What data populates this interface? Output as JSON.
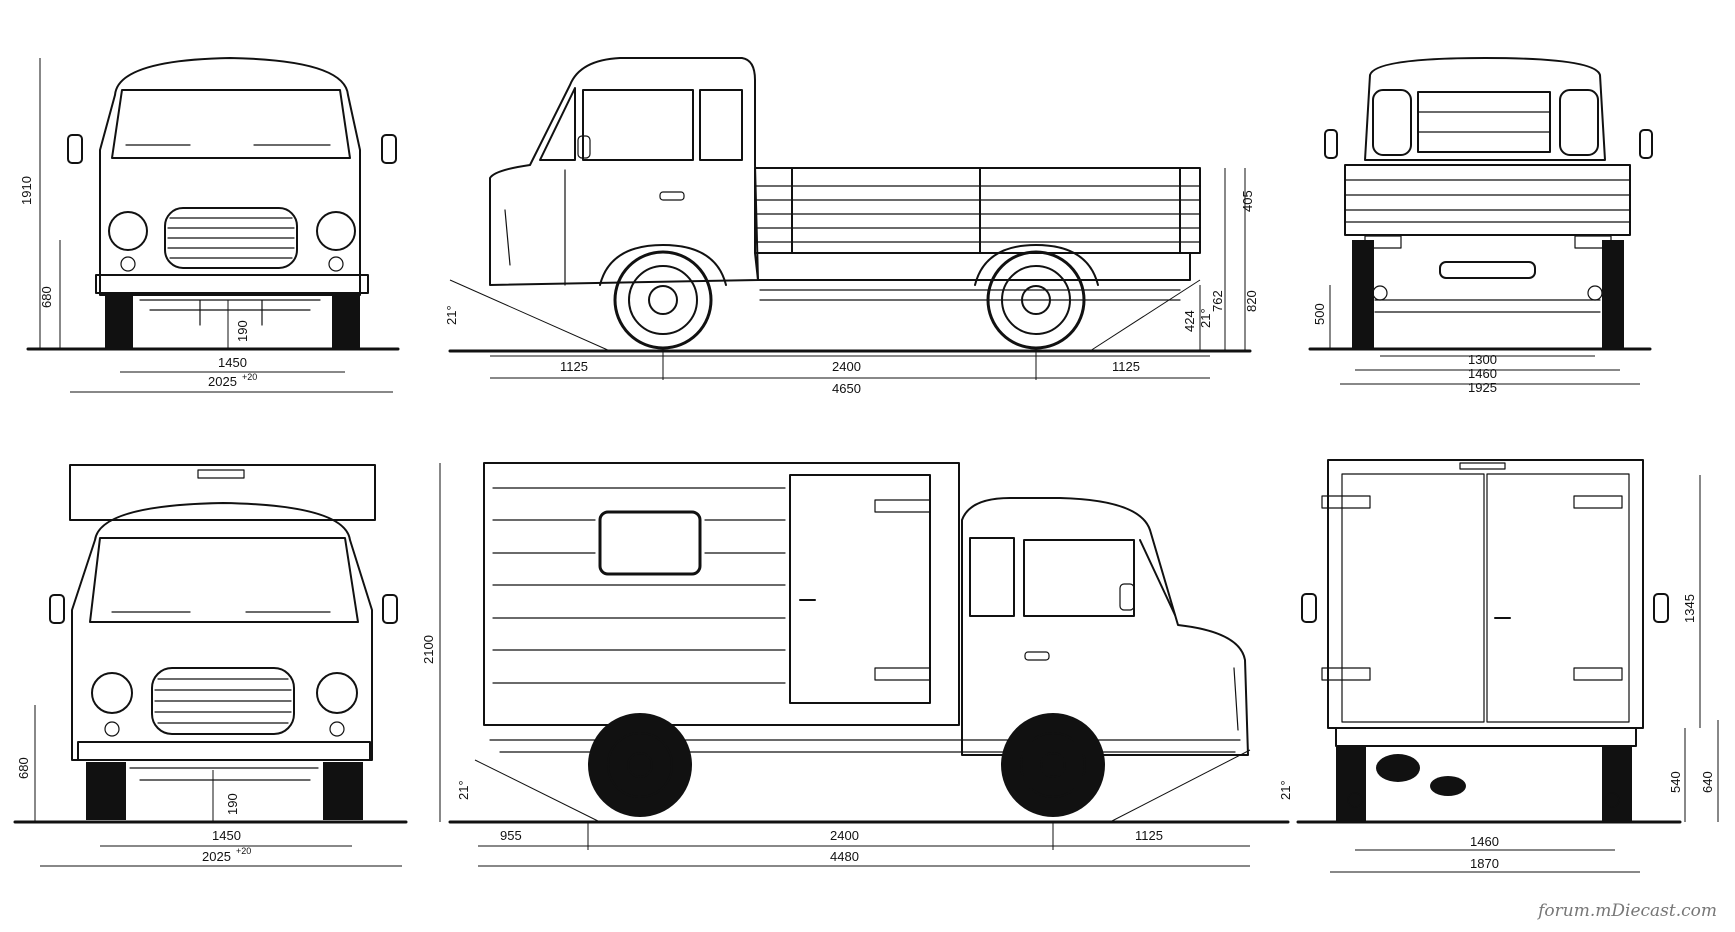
{
  "watermark": "forum.mDiecast.com",
  "top_row": {
    "front": {
      "height": "1910",
      "lamp_height": "680",
      "clearance": "190",
      "track": "1450",
      "width": "2025",
      "width_tol": "+20"
    },
    "side": {
      "angle_front": "21°",
      "angle_rear": "21°",
      "overhang_front": "1125",
      "wheelbase": "2400",
      "overhang_rear": "1125",
      "length": "4650",
      "side_height": "405",
      "floor_height": "762",
      "bed_height": "820",
      "rear_clear": "424"
    },
    "rear": {
      "height": "500",
      "track": "1300",
      "bed_width": "1460",
      "width": "1925"
    }
  },
  "bottom_row": {
    "front": {
      "lamp_height": "680",
      "clearance": "190",
      "track": "1450",
      "width": "2025",
      "width_tol": "+20"
    },
    "side": {
      "height": "2100",
      "angle_front": "21°",
      "angle_rear": "21°",
      "overhang_front": "955",
      "wheelbase": "2400",
      "overhang_rear": "1125",
      "length": "4480"
    },
    "rear": {
      "box_height": "1345",
      "floor_height": "540",
      "total_floor": "640",
      "track": "1460",
      "width": "1870"
    }
  }
}
